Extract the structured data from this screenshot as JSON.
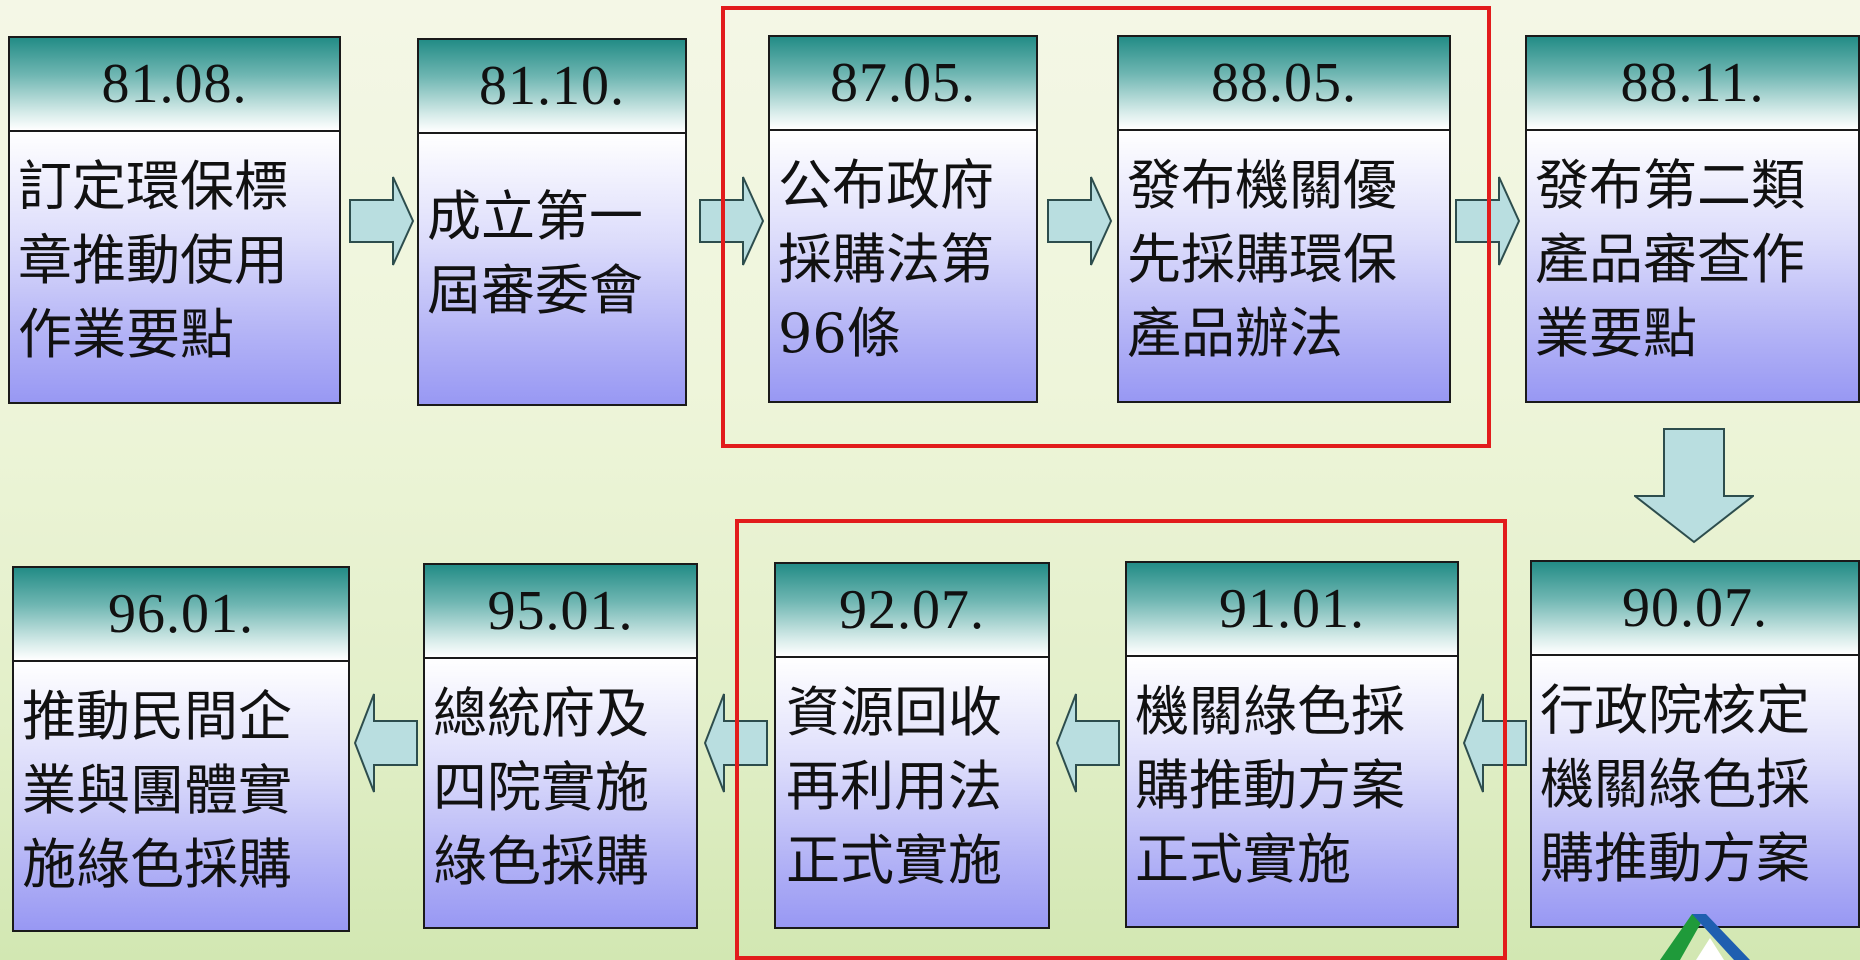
{
  "steps": [
    {
      "date": "81.08.",
      "text": "訂定環保標\n章推動使用\n作業要點"
    },
    {
      "date": "81.10.",
      "text": "成立第一\n屆審委會"
    },
    {
      "date": "87.05.",
      "text": "公布政府\n採購法第\n96條"
    },
    {
      "date": "88.05.",
      "text": "發布機關優\n先採購環保\n產品辦法"
    },
    {
      "date": "88.11.",
      "text": "發布第二類\n產品審查作\n業要點"
    },
    {
      "date": "90.07.",
      "text": "行政院核定\n機關綠色採\n購推動方案"
    },
    {
      "date": "91.01.",
      "text": "機關綠色採\n購推動方案\n正式實施"
    },
    {
      "date": "92.07.",
      "text": "資源回收\n再利用法\n正式實施"
    },
    {
      "date": "95.01.",
      "text": "總統府及\n四院實施\n綠色採購"
    },
    {
      "date": "96.01.",
      "text": "推動民間企\n業與團體實\n施綠色採購"
    }
  ],
  "colors": {
    "header_teal": "#238c86",
    "body_purple": "#9898f3",
    "arrow_fill": "#b9dee0",
    "highlight_frame": "#e21c1c",
    "background": "#eef5da"
  },
  "icons": {
    "logo": "green-triangle-logo-icon"
  }
}
